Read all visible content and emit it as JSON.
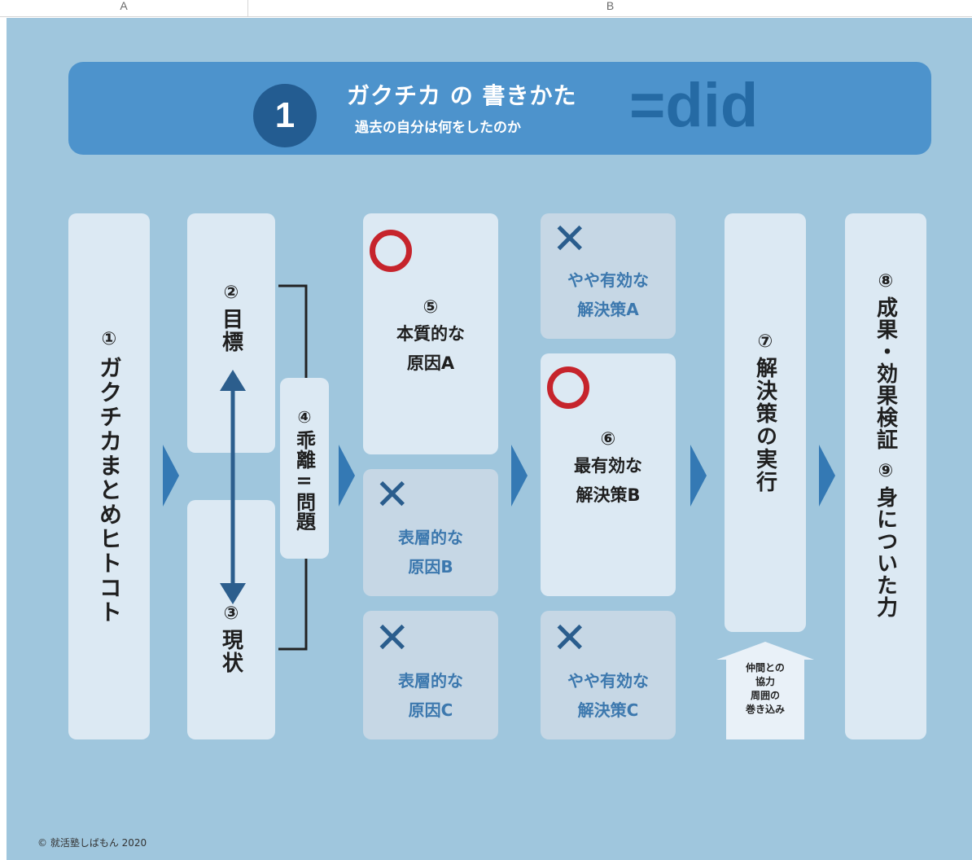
{
  "sheet_header": {
    "col_a": "A",
    "col_b": "B"
  },
  "banner": {
    "number": "1",
    "title": "ガクチカ の 書きかた",
    "subtitle": "過去の自分は何をしたのか",
    "did": "=did"
  },
  "steps": {
    "one": {
      "num": "①",
      "label": "ガクチカまとめヒトコト"
    },
    "two": {
      "num": "②",
      "label": "目標"
    },
    "three": {
      "num": "③",
      "label": "現状"
    },
    "four": {
      "num": "④",
      "label": "乖離=問題"
    },
    "five": {
      "mark": "circle",
      "num": "⑤",
      "line1": "本質的な",
      "line2": "原因A"
    },
    "cause_b": {
      "mark": "cross",
      "line1": "表層的な",
      "line2": "原因B"
    },
    "cause_c": {
      "mark": "cross",
      "line1": "表層的な",
      "line2": "原因C"
    },
    "sol_a": {
      "mark": "cross",
      "line1": "やや有効な",
      "line2": "解決策A"
    },
    "six": {
      "mark": "circle",
      "num": "⑥",
      "line1": "最有効な",
      "line2": "解決策B"
    },
    "sol_c": {
      "mark": "cross",
      "line1": "やや有効な",
      "line2": "解決策C"
    },
    "seven": {
      "num": "⑦",
      "label": "解決策の実行"
    },
    "eight": {
      "num": "⑧",
      "label": "成果・効果検証"
    },
    "nine": {
      "num": "⑨",
      "label": "身についた力"
    }
  },
  "support": {
    "line1": "仲間との",
    "line2": "協力",
    "line3": "周囲の",
    "line4": "巻き込み"
  },
  "copyright": "© 就活塾しばもん 2020",
  "colors": {
    "background": "#9fc6dd",
    "banner": "#4d93cc",
    "circle": "#235c91",
    "did": "#256aa4",
    "panel": "#dce9f3",
    "shaded_panel": "#c6d7e5",
    "chevron": "#3479b4",
    "ok_mark": "#c6242c",
    "x_mark": "#2a5d8d",
    "label_blue": "#3c78ae"
  },
  "icons": {
    "ok": "circle-mark-icon",
    "ng": "cross-mark-icon",
    "chevron": "chevron-right-icon",
    "double_arrow": "double-arrow-icon",
    "up_arrow": "up-arrow-icon"
  }
}
